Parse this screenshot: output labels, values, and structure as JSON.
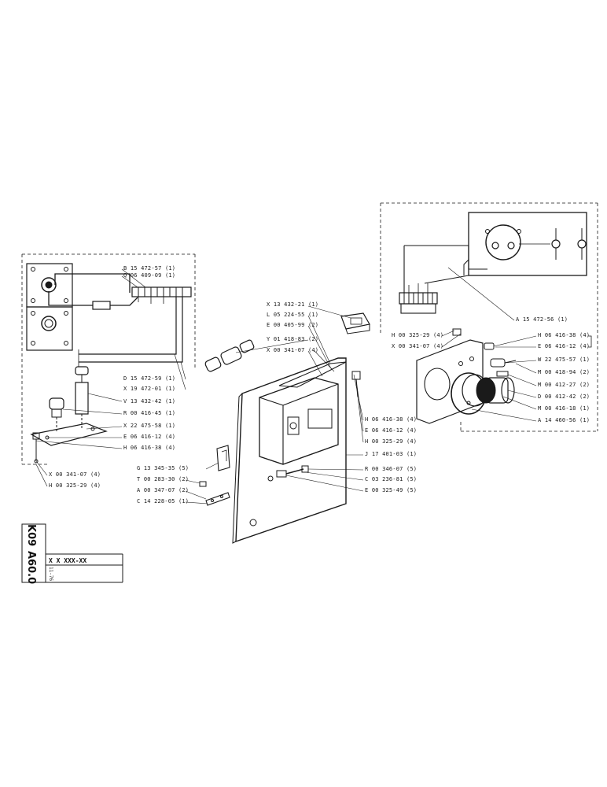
{
  "title_block": {
    "code_1": "K09",
    "code_2": "A60.0",
    "date": "11-76",
    "ref": "X X XXX-XX"
  },
  "parts": {
    "left_group": [
      "B 15 472-57 (1)",
      "Q 06 409-09 (1)",
      "D 15 472-59 (1)",
      "X 19 472-01 (1)",
      "V 13 432-42 (1)",
      "R 00 416-45 (1)",
      "X 22 475-58 (1)",
      "E 06 416-12 (4)",
      "H 06 416-38 (4)",
      "X 00 341-07 (4)",
      "H 00 325-29 (4)"
    ],
    "center_group": [
      "X 13 432-21 (1)",
      "L 05 224-55 (1)",
      "E 00 405-99 (2)",
      "Y 01 418-83 (2)",
      "X 00 341-07 (4)",
      "H 06 416-38 (4)",
      "E 06 416-12 (4)",
      "H 00 325-29 (4)",
      "J 17 401-03 (1)",
      "R 00 346-07 (5)",
      "C 03 236-81 (5)",
      "E 00 325-49 (5)",
      "G 13 345-35 (5)",
      "T 00 283-30 (2)",
      "A 00 347-07 (2)",
      "C 14 228-05 (1)"
    ],
    "right_group": [
      "A 15 472-56 (1)",
      "H 00 325-29 (4)",
      "X 00 341-07 (4)",
      "H 06 416-38 (4)",
      "E 06 416-12 (4)",
      "W 22 475-57 (1)",
      "M 00 418-94 (2)",
      "M 00 412-27 (2)",
      "D 00 412-42 (2)",
      "M 00 416-18 (1)",
      "A 14 460-56 (1)"
    ]
  }
}
